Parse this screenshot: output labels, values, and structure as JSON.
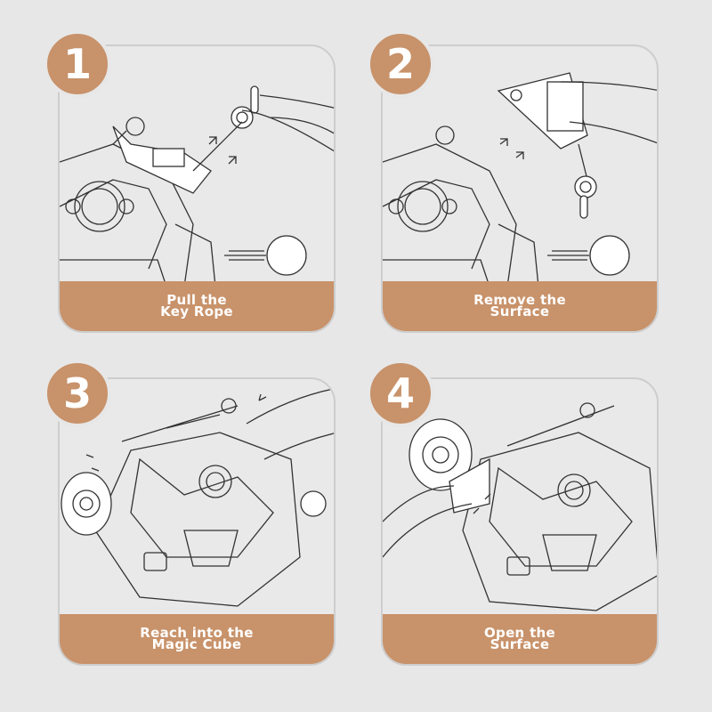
{
  "steps": [
    {
      "number": "1",
      "caption": "Pull the\nKey Rope"
    },
    {
      "number": "2",
      "caption": "Remove the\nSurface"
    },
    {
      "number": "3",
      "caption": "Reach into the\nMagic Cube"
    },
    {
      "number": "4",
      "caption": "Open the\nSurface"
    }
  ],
  "colors": {
    "accent": "#c8926a",
    "background": "#e7e7e7",
    "border": "#cdcdcd"
  }
}
